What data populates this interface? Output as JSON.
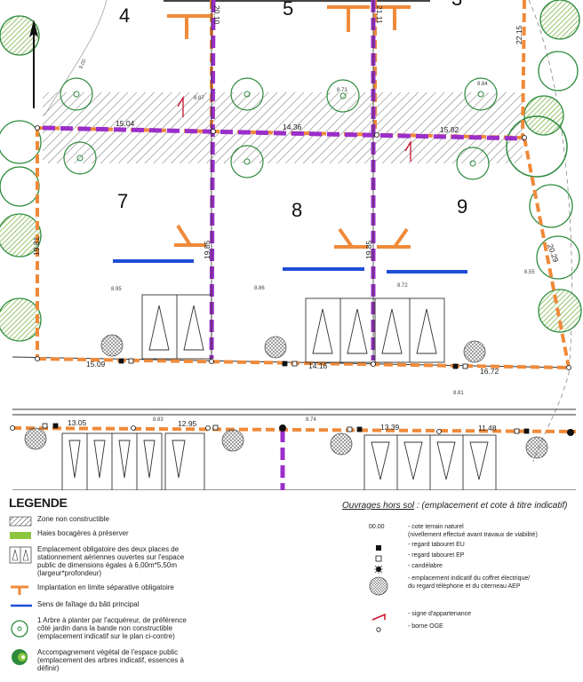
{
  "map": {
    "lots": [
      "4",
      "5",
      "3",
      "7",
      "8",
      "9"
    ],
    "dimensions": {
      "top_row": [
        "15.04",
        "14.36",
        "15.82"
      ],
      "street_row": [
        "15.09",
        "14.16",
        "16.72"
      ],
      "bottom_row": [
        "13.05",
        "12.95",
        "13.39",
        "11.48"
      ],
      "vertical": [
        "20.10",
        "21.11",
        "22.15",
        "19.81",
        "19.85",
        "19.85",
        "20.29"
      ]
    },
    "elevations": [
      "8.87",
      "8.73",
      "8.84",
      "8.95",
      "8.86",
      "8.72",
      "8.55",
      "8.81",
      "8.83",
      "8.74"
    ],
    "contour_label": "9.00",
    "colors": {
      "orange": "#ef8a3a",
      "purple": "#9b2fc9",
      "blue": "#1f4fd6",
      "green_tree": "#2e8b3e",
      "hedge": "#8cc63f",
      "red": "#c8102e"
    }
  },
  "legend": {
    "title": "LEGENDE",
    "items": [
      {
        "icon": "hatch-icon",
        "text": "Zone non constructible"
      },
      {
        "icon": "hedge-icon",
        "text": "Haies bocagères à préserver"
      },
      {
        "icon": "parking-icon",
        "text": "Emplacement obligatoire des deux places de\nstationnement aériennes ouvertes sur l'espace\npublic de dimensions égales à 6,00m*5,50m\n(largeur*profondeur)"
      },
      {
        "icon": "boundary-marker-icon",
        "text": "Implantation en limite séparative obligatoire"
      },
      {
        "icon": "ridge-line-icon",
        "text": "Sens de faîtage du bâti principal"
      },
      {
        "icon": "tree-icon",
        "text": "1 Arbre à planter par l'acquéreur, de préférence\ncôté jardin dans la bande non constructible\n(emplacement indicatif sur le plan ci-contre)"
      },
      {
        "icon": "public-tree-icon",
        "text": "Accompagnement végétal de l'espace public\n(emplacement des arbres indicatif, essences à\ndéfinir)"
      }
    ]
  },
  "above_ground": {
    "title": "Ouvrages hors sol",
    "subtitle": ": (emplacement et cote à titre indicatif)",
    "items": [
      {
        "symbol": "00.00",
        "text": "- cote terrain naturel\n(nivellement effectué avant travaux de viabilité)"
      },
      {
        "symbol": "",
        "icon": "eu-manhole-icon",
        "text": "- regard tabouret EU"
      },
      {
        "symbol": "",
        "icon": "ep-manhole-icon",
        "text": "- regard tabouret EP"
      },
      {
        "symbol": "",
        "icon": "street-lamp-icon",
        "text": "- candélabre"
      },
      {
        "symbol": "",
        "icon": "utility-box-icon",
        "text": "- emplacement indicatif du coffret électrique/\ndu regard téléphone et du citerneau AEP"
      },
      {
        "symbol": "",
        "icon": "ownership-sign-icon",
        "text": "- signe d'appartenance"
      },
      {
        "symbol": "",
        "icon": "oge-marker-icon",
        "text": "- borne OGE"
      }
    ]
  }
}
